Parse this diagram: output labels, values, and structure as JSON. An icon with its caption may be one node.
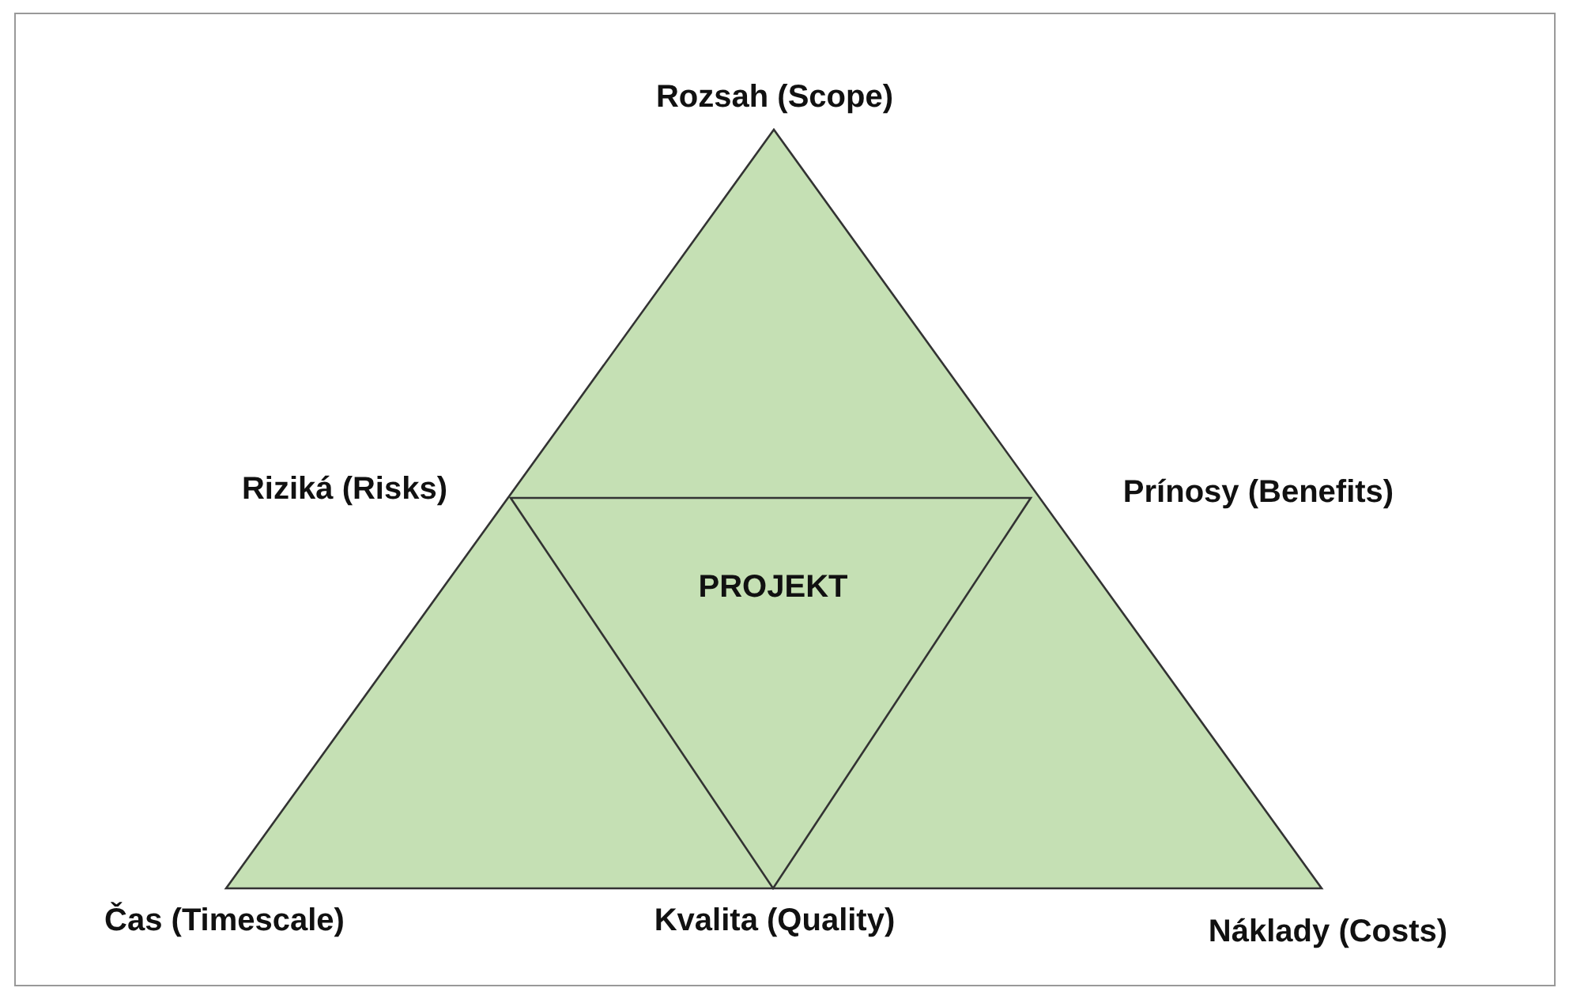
{
  "diagram": {
    "nodes": [
      {
        "text": [],
        "shape": "triangle"
      },
      {
        "text": [
          "PROJEKT"
        ],
        "in": 0
      }
    ],
    "labels": [
      "Rozsah (Scope)",
      "Riziká (Risks)",
      "Prínosy (Benefits)",
      "Čas (Timescale)",
      "Kvalita (Quality)",
      "Náklady (Costs)"
    ]
  }
}
